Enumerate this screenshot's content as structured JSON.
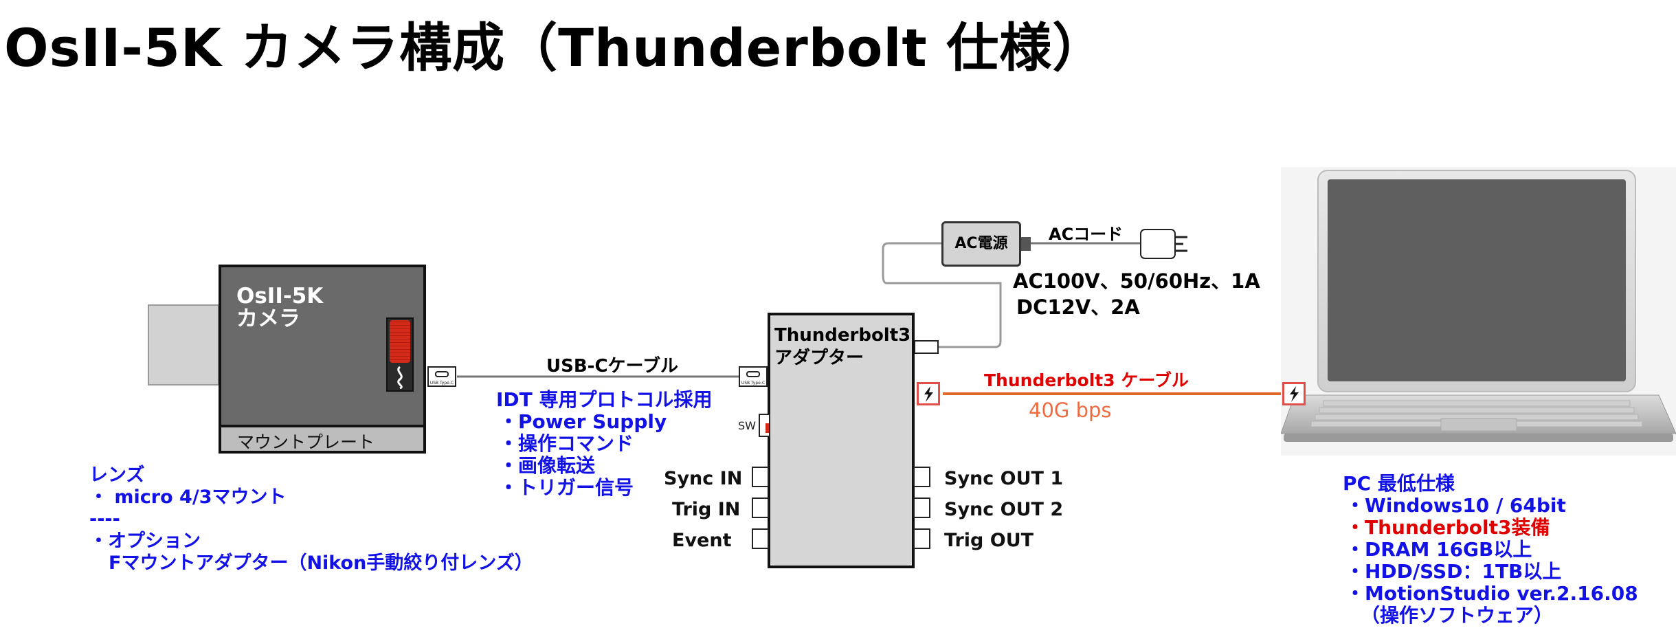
{
  "title": "OsII-5K カメラ構成（Thunderbolt 仕様）",
  "camera": {
    "label_line1": "OsII-5K",
    "label_line2": "カメラ",
    "mount_plate": "マウントプレート",
    "usb_port_text": "USB Type-C"
  },
  "usb_cable": {
    "label": "USB-Cケーブル"
  },
  "idt_protocol": {
    "heading": "IDT 専用プロトコル採用",
    "items": [
      "・Power Supply",
      "・操作コマンド",
      "・画像転送",
      "・トリガー信号"
    ]
  },
  "lens_notes": {
    "heading": "レンズ",
    "item1": "・ micro 4/3マウント",
    "separator": "----",
    "option": "・オプション",
    "option_detail": "Fマウントアダプター（Nikon手動絞り付レンズ）"
  },
  "adapter": {
    "label_line1": "Thunderbolt3",
    "label_line2": "アダプター",
    "usb_port_text": "USB Type-C",
    "sw_label": "SW",
    "inputs": [
      "Sync IN",
      "Trig IN",
      "Event"
    ],
    "outputs": [
      "Sync OUT 1",
      "Sync OUT 2",
      "Trig OUT"
    ]
  },
  "power": {
    "ac_box_label": "AC電源",
    "ac_cord_label": "ACコード",
    "spec_line1": "AC100V、50/60Hz、1A",
    "spec_line2": "DC12V、2A"
  },
  "thunderbolt_cable": {
    "label": "Thunderbolt3 ケーブル",
    "speed": "40G bps",
    "color": "#e0692a"
  },
  "pc_specs": {
    "heading": "PC 最低仕様",
    "items": [
      {
        "text": "・Windows10 / 64bit",
        "highlight": false
      },
      {
        "text": "・Thunderbolt3装備",
        "highlight": true
      },
      {
        "text": "・DRAM 16GB以上",
        "highlight": false
      },
      {
        "text": "・HDD/SSD：1TB以上",
        "highlight": false
      },
      {
        "text": "・MotionStudio ver.2.16.08",
        "highlight": false
      }
    ],
    "note": "（操作ソフトウェア）"
  },
  "colors": {
    "blue_text": "#1212e6",
    "red_text": "#e00000",
    "record_button": "#d42a1a"
  }
}
